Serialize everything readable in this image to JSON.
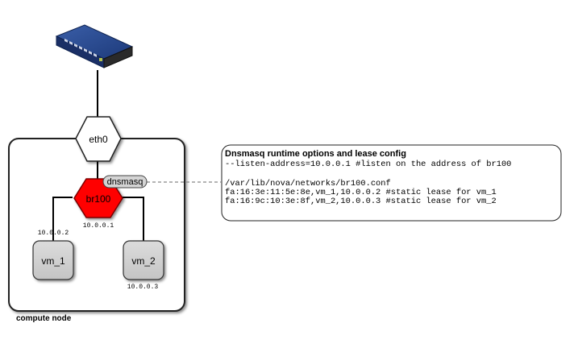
{
  "switch": {
    "icon": "network-switch-icon"
  },
  "eth0": {
    "label": "eth0"
  },
  "bridge": {
    "label": "br100",
    "ip": "10.0.0.1",
    "color": "#ff0000"
  },
  "dnsmasq": {
    "label": "dnsmasq"
  },
  "vm1": {
    "label": "vm_1",
    "ip": "10.0.0.2"
  },
  "vm2": {
    "label": "vm_2",
    "ip": "10.0.0.3"
  },
  "compute_node": {
    "label": "compute node"
  },
  "config": {
    "title": "Dnsmasq runtime options and lease config",
    "lines": [
      "--listen-address=10.0.0.1 #listen on the address of br100",
      "",
      "/var/lib/nova/networks/br100.conf",
      "fa:16:3e:11:5e:8e,vm_1,10.0.0.2 #static lease for vm_1",
      "fa:16:9c:10:3e:8f,vm_2,10.0.0.3 #static lease for vm_2"
    ]
  }
}
